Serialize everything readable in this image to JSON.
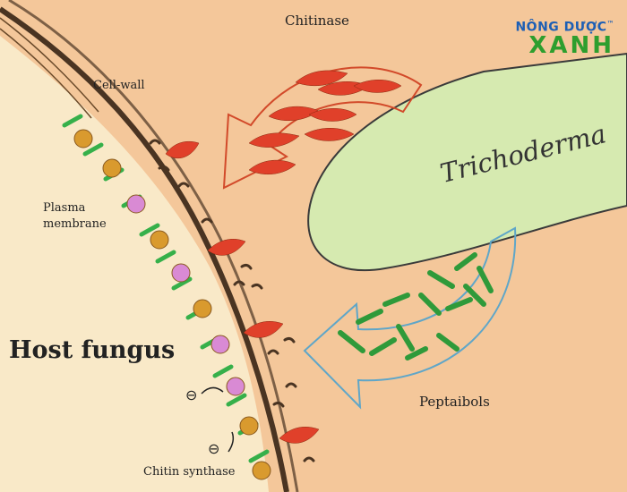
{
  "labels": {
    "chitinase": "Chitinase",
    "cell_wall": "Cell-wall",
    "plasma_line1": "Plasma",
    "plasma_line2": "membrane",
    "trichoderma": "Trichoderma",
    "host_fungus": "Host fungus",
    "peptaibols": "Peptaibols",
    "chitin_synthase": "Chitin synthase"
  },
  "logo": {
    "line1": "NÔNG DƯỢC",
    "tm": "™",
    "line2": "XANH",
    "color_line1": "#1d5fb5",
    "color_line2": "#2e9e2e"
  },
  "symbols": {
    "inhibit": "⊖"
  },
  "colors": {
    "background": "#f4c79a",
    "host_interior": "#f9e9c8",
    "trichoderma_fill": "#d6eab0",
    "chitinase_arrow": "#d24a2a",
    "peptaibol_arrow": "#5fa6c8",
    "protein_orange": "#d99a2e",
    "protein_pink": "#d98ad4",
    "membrane_green": "#36b04a"
  }
}
